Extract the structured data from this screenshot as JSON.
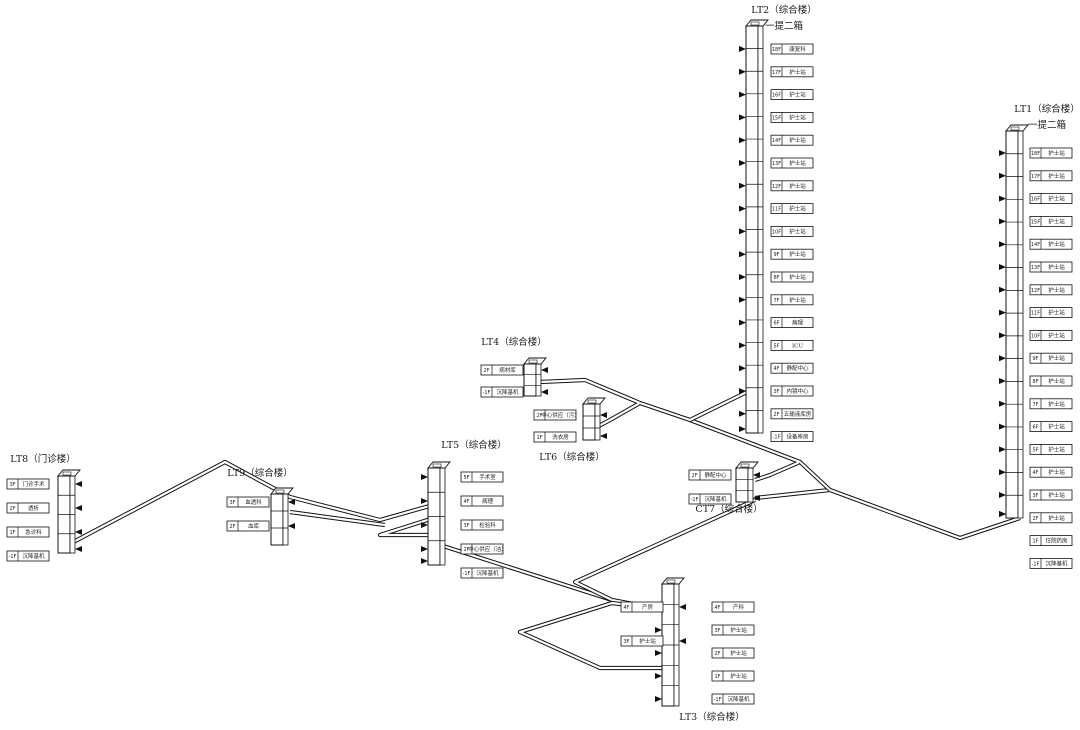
{
  "towers": [
    {
      "id": "LT2",
      "title": "LT2（综合楼）",
      "subtitle": "一提二箱",
      "floors": [
        {
          "floor": "18F",
          "room": "康复科"
        },
        {
          "floor": "17F",
          "room": "护士站"
        },
        {
          "floor": "16F",
          "room": "护士站"
        },
        {
          "floor": "15F",
          "room": "护士站"
        },
        {
          "floor": "14F",
          "room": "护士站"
        },
        {
          "floor": "13F",
          "room": "护士站"
        },
        {
          "floor": "12F",
          "room": "护士站"
        },
        {
          "floor": "11F",
          "room": "护士站"
        },
        {
          "floor": "10F",
          "room": "护士站"
        },
        {
          "floor": "9F",
          "room": "护士站"
        },
        {
          "floor": "8F",
          "room": "护士站"
        },
        {
          "floor": "7F",
          "room": "护士站"
        },
        {
          "floor": "6F",
          "room": "病理"
        },
        {
          "floor": "5F",
          "room": "ICU"
        },
        {
          "floor": "4F",
          "room": "静配中心"
        },
        {
          "floor": "3F",
          "room": "内镜中心"
        },
        {
          "floor": "2F",
          "room": "五输液库房"
        },
        {
          "floor": "-1F",
          "room": "设备库房"
        }
      ]
    },
    {
      "id": "LT1",
      "title": "LT1（综合楼）",
      "subtitle": "一提二箱",
      "floors": [
        {
          "floor": "18F",
          "room": "护士站"
        },
        {
          "floor": "17F",
          "room": "护士站"
        },
        {
          "floor": "16F",
          "room": "护士站"
        },
        {
          "floor": "15F",
          "room": "护士站"
        },
        {
          "floor": "14F",
          "room": "护士站"
        },
        {
          "floor": "13F",
          "room": "护士站"
        },
        {
          "floor": "12F",
          "room": "护士站"
        },
        {
          "floor": "11F",
          "room": "护士站"
        },
        {
          "floor": "10F",
          "room": "护士站"
        },
        {
          "floor": "9F",
          "room": "护士站"
        },
        {
          "floor": "8F",
          "room": "护士站"
        },
        {
          "floor": "7F",
          "room": "护士站"
        },
        {
          "floor": "6F",
          "room": "护士站"
        },
        {
          "floor": "5F",
          "room": "护士站"
        },
        {
          "floor": "4F",
          "room": "护士站"
        },
        {
          "floor": "3F",
          "room": "护士站"
        },
        {
          "floor": "2F",
          "room": "护士站"
        },
        {
          "floor": "1F",
          "room": "住院药房"
        },
        {
          "floor": "-1F",
          "room": "沉降基机"
        }
      ]
    },
    {
      "id": "LT4",
      "title": "LT4（综合楼）",
      "subtitle": "",
      "floors": [
        {
          "floor": "2F",
          "room": "病材库"
        },
        {
          "floor": "-1F",
          "room": "沉降基机"
        }
      ]
    },
    {
      "id": "LT6",
      "title": "LT6（综合楼）",
      "subtitle": "",
      "floors": [
        {
          "floor": "2F",
          "room": "中心供应（污）"
        },
        {
          "floor": "1F",
          "room": "洗衣房"
        }
      ]
    },
    {
      "id": "LT8",
      "title": "LT8（门诊楼）",
      "subtitle": "",
      "floors": [
        {
          "floor": "3F",
          "room": "门诊手术"
        },
        {
          "floor": "2F",
          "room": "透析"
        },
        {
          "floor": "1F",
          "room": "急诊科"
        },
        {
          "floor": "-1F",
          "room": "沉降基机"
        }
      ]
    },
    {
      "id": "LT9",
      "title": "LT9（综合楼）",
      "subtitle": "",
      "floors": [
        {
          "floor": "3F",
          "room": "血透科"
        },
        {
          "floor": "2F",
          "room": "血库"
        }
      ]
    },
    {
      "id": "LT5",
      "title": "LT5（综合楼）",
      "subtitle": "",
      "floors": [
        {
          "floor": "5F",
          "room": "手术室"
        },
        {
          "floor": "4F",
          "room": "病理"
        },
        {
          "floor": "3F",
          "room": "检验科"
        },
        {
          "floor": "2F",
          "room": "中心供应（洁）"
        },
        {
          "floor": "-1F",
          "room": "沉降基机"
        }
      ]
    },
    {
      "id": "CT7",
      "title": "CT7（综合楼）",
      "subtitle": "",
      "floors": [
        {
          "floor": "2F",
          "room": "静配中心"
        },
        {
          "floor": "-1F",
          "room": "沉降基机"
        }
      ]
    },
    {
      "id": "LT3",
      "title": "LT3（综合楼）",
      "subtitle": "",
      "floors": [
        {
          "floor": "4F",
          "room": "产房"
        },
        {
          "floor": "3F",
          "room": "护士站"
        },
        {
          "floor": "4F",
          "room": "产科"
        },
        {
          "floor": "3F",
          "room": "护士站"
        },
        {
          "floor": "2F",
          "room": "护士站"
        },
        {
          "floor": "1F",
          "room": "护士站"
        },
        {
          "floor": "-1F",
          "room": "沉降基机"
        }
      ]
    }
  ]
}
